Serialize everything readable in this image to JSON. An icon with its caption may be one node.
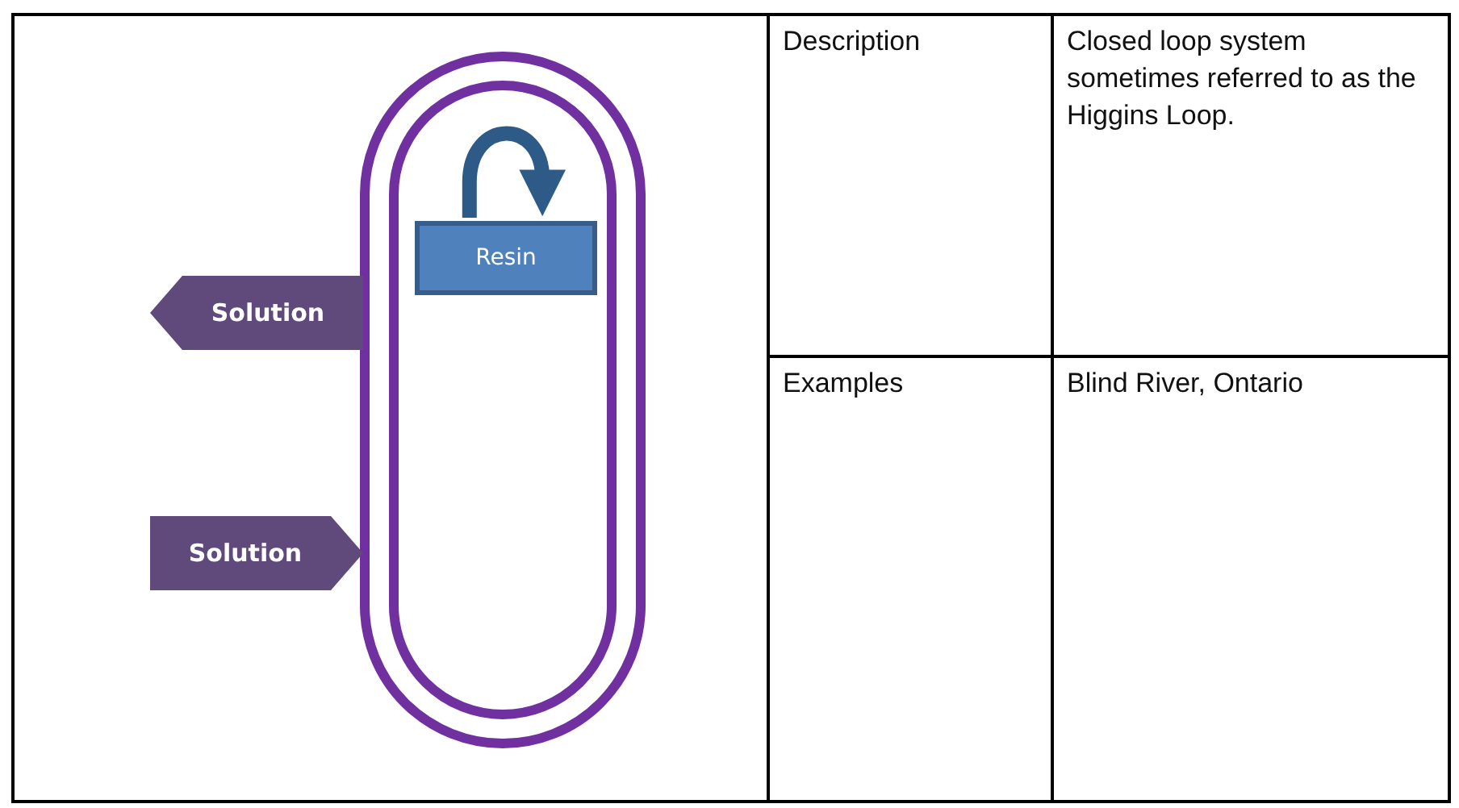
{
  "diagram": {
    "nodes": [
      {
        "text": [],
        "shape": "oval"
      },
      {
        "text": [
          "Resin"
        ],
        "in": 0
      },
      {
        "text": [
          "Solution"
        ]
      },
      {
        "text": [
          "Solution"
        ]
      }
    ],
    "edges": [
      {
        "from": 1,
        "to": 1,
        "arrow": "to"
      }
    ],
    "labels": [
      "Description",
      "Closed loop system sometimes referred to as the Higgins Loop.",
      "Examples",
      "Blind River, Ontario"
    ]
  }
}
